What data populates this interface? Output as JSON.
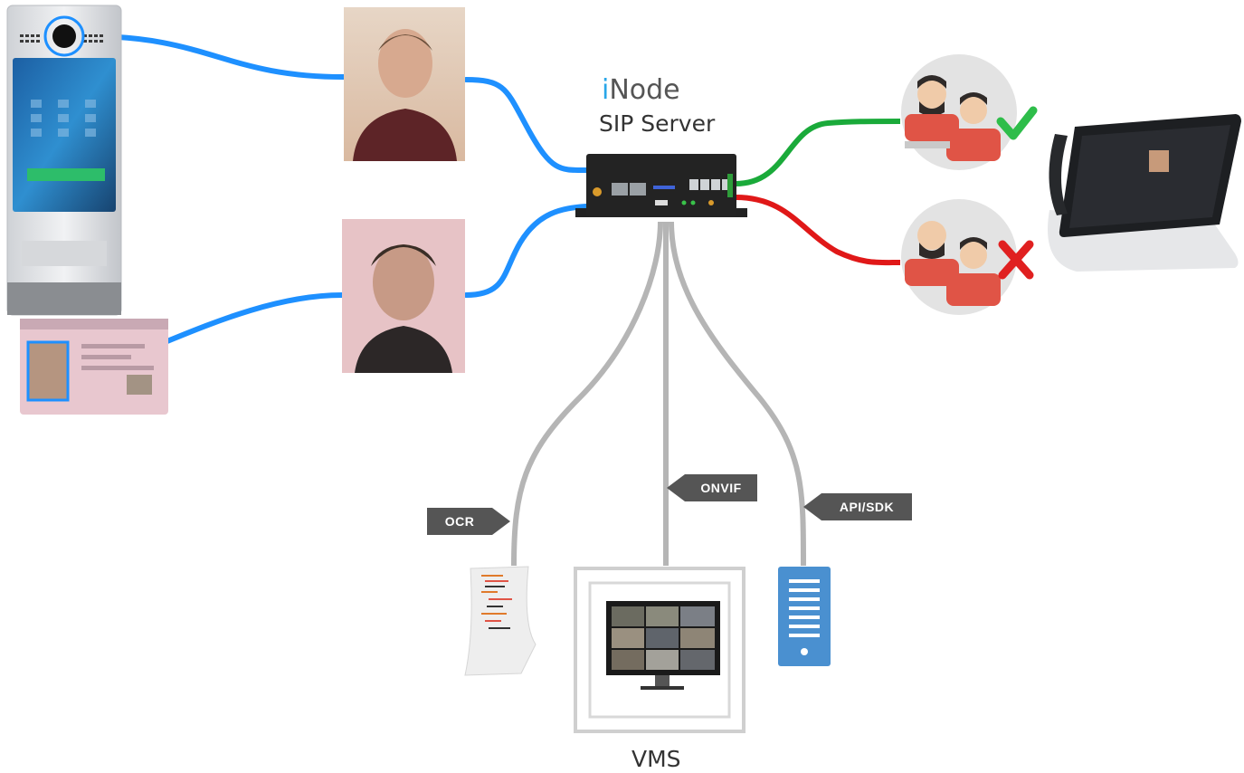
{
  "header": {
    "brand_i": "i",
    "brand_rest": "Node",
    "subtitle": "SIP Server"
  },
  "connectors": {
    "ocr": "OCR",
    "onvif": "ONVIF",
    "api": "API/SDK"
  },
  "vms": {
    "label": "VMS"
  },
  "colors": {
    "blue_link": "#1e90ff",
    "green_link": "#1aaa3a",
    "red_link": "#e01818",
    "gray_link": "#b5b5b5",
    "tag_bg": "#555555",
    "brand_accent": "#29a6e8"
  },
  "icons": [
    "intercom-panel",
    "id-card",
    "face-photo",
    "sip-server-box",
    "user-group-accepted",
    "user-group-rejected",
    "check-icon",
    "cross-icon",
    "desk-phone",
    "ocr-document",
    "vms-monitor",
    "api-server"
  ]
}
